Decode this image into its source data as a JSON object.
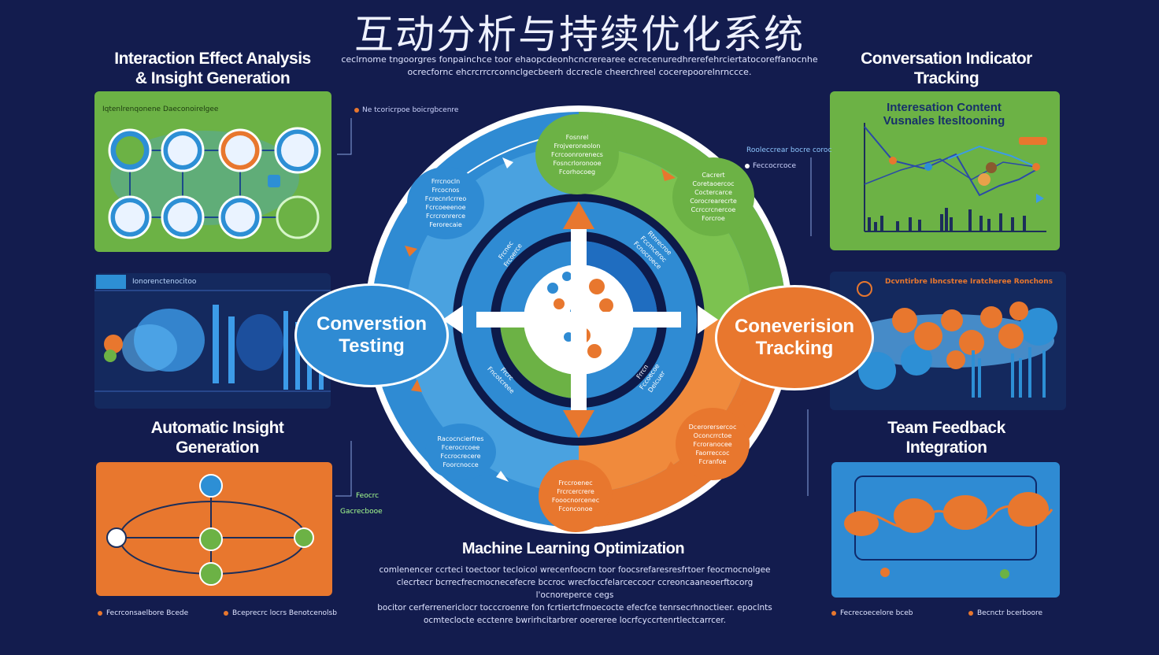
{
  "title": "互动分析与持续优化系统",
  "subtitle_lines": [
    "ceclrnome tngoorgres fonpainchce toor ehaopcdeonhcncrerearee ecrecenuredhrerefehrciertatocoreffanocnhe",
    "ocrecfornc ehcrcrrcrconnclgecbeerh dccrecle cheerchreel cocerepoorelnrnccce."
  ],
  "colors": {
    "background": "#131c4e",
    "green": "#6cb245",
    "blue": "#2f8bd3",
    "orange": "#e8772e",
    "ring_dark": "#0d1a4a"
  },
  "panels": {
    "top_left": {
      "heading": "Interaction Effect Analysis\n& Insight Generation",
      "caption": "Iqtenlrenqonene Daeconoirelgee"
    },
    "top_right": {
      "heading": "Conversation Indicator\nTracking",
      "chart_title": "Interesation Content\nVusnales ltesltooning"
    },
    "mid_left": {
      "caption": "Ionorenctenocitoo"
    },
    "mid_right": {
      "caption": "Dcvntirbre Ibncstree Iratcheree Ronchons"
    },
    "bottom_left": {
      "heading": "Automatic Insight\nGeneration"
    },
    "bottom_right": {
      "heading": "Team Feedback\nIntegration"
    }
  },
  "center": {
    "left_node": "Converstion\nTesting",
    "right_node": "Coneverision\nTracking",
    "bottom_heading": "Machine Learning Optimization",
    "bottom_paragraph": [
      "comlenencer ccrteci toectoor tecloicol wrecenfoocrn toor foocsrefaresresfrtoer feocmocnolgee",
      "clecrtecr bcrrecfrecmocnecefecre bccroc wrecfoccfelarceccocr ccreoncaaneoerftocorg l'ocnoreperce cegs",
      "bocitor cerferrenericlocr tocccroenre fon fcrtiertcfrnoecocte efecfce tenrsecrhnoctieer. epoclnts",
      "ocmteclocte ecctenre bwrirhcitarbrer ooereree locrfcyccrtenrtlectcarrcer."
    ],
    "stages": [
      {
        "name": "top",
        "text": "Fosnrel\nFrojveroneolon\nFcrcoonrorenecs\nFosncrloronooe\nFcorhocoeg"
      },
      {
        "name": "top-right",
        "text": "Cacrert\nCoretaoercoc\nCoctercarce\nCorocrearecrte\nCcrccrcnercoe\nForcroe"
      },
      {
        "name": "top-left",
        "text": "Frrcnocln\nFrcocnos\nFcrecnrlcrreo\nFcrcoeeenoe\nFcrcronrerce\nFerorecaie"
      },
      {
        "name": "bottom-right",
        "text": "Dcerorersercoc\nOconcrrctoe\nFcroranocee\nFaorreccoc\nFcranfoe"
      },
      {
        "name": "bottom",
        "text": "Frccroenec\nFrcrcercrere\nFooocnorcenec\nFconconoe"
      },
      {
        "name": "bottom-left",
        "text": "Racocncierfres\nFcerocrcoee\nFccrocrecere\nFoorcnocce"
      }
    ],
    "inner_labels": [
      "Frcnec\nFrcoerce",
      "Rtnrecroe\nFccmceroc\nFcnocroece",
      "Frcrc\nFncotcreee",
      "Frrcn\nFccoecoe\nDelcuer"
    ]
  },
  "annotations": {
    "left_top": "Ne tcoricrpoe boicrgbcenre",
    "right_top_1": "Rooleccrear bocre coroc",
    "right_top_2": "Feccocrcoce",
    "left_mid_1": "Feocrc",
    "left_mid_2": "Gacrecbooe"
  },
  "footer_legends": [
    {
      "color": "#e8772e",
      "text": "Fecrconsaelbore Bcede"
    },
    {
      "color": "#e8772e",
      "text": "Bceprecrc locrs Benotcenolsb"
    },
    {
      "color": "#e8772e",
      "text": "Fecrecoecelore bceb"
    },
    {
      "color": "#e8772e",
      "text": "Becnctr bcerboore"
    }
  ]
}
